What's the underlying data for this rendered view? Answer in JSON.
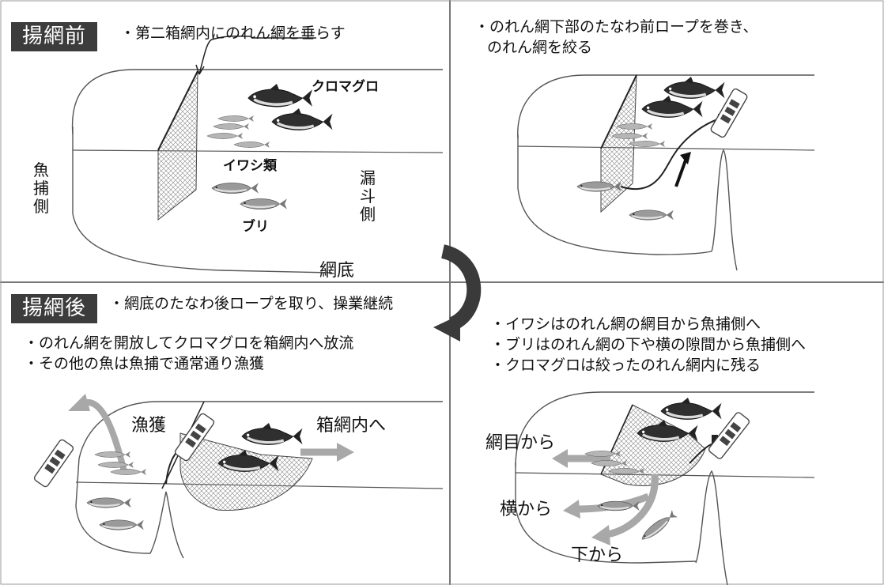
{
  "panels": {
    "before": {
      "tag": "揚網前",
      "note": "・第二箱網内にのれん網を垂らす",
      "label_tuna": "クロマグロ",
      "label_sardine": "イワシ類",
      "label_yellowtail": "ブリ",
      "label_left_side": "魚捕側",
      "label_right_side": "漏斗側",
      "label_bottom": "網底"
    },
    "cinch": {
      "note_line1": "・のれん網下部のたなわ前ロープを巻き、",
      "note_line2": "のれん網を絞る"
    },
    "after": {
      "tag": "揚網後",
      "note_top": "・網底のたなわ後ロープを取り、操業継続",
      "note_line1": "・のれん網を開放してクロマグロを箱網内へ放流",
      "note_line2": "・その他の魚は魚捕で通常通り漁獲",
      "label_catch": "漁獲",
      "label_into_box": "箱網内へ"
    },
    "escape": {
      "note_line1": "・イワシはのれん網の網目から魚捕側へ",
      "note_line2": "・ブリはのれん網の下や横の隙間から魚捕側へ",
      "note_line3": "・クロマグロは絞ったのれん網内に残る",
      "label_mesh": "網目から",
      "label_side": "横から",
      "label_under": "下から"
    }
  },
  "colors": {
    "tag_bg": "#3c3c3c",
    "arrow_gray": "#a8a8a8",
    "cycle_arrow": "#3a3a3a",
    "line": "#555555"
  }
}
